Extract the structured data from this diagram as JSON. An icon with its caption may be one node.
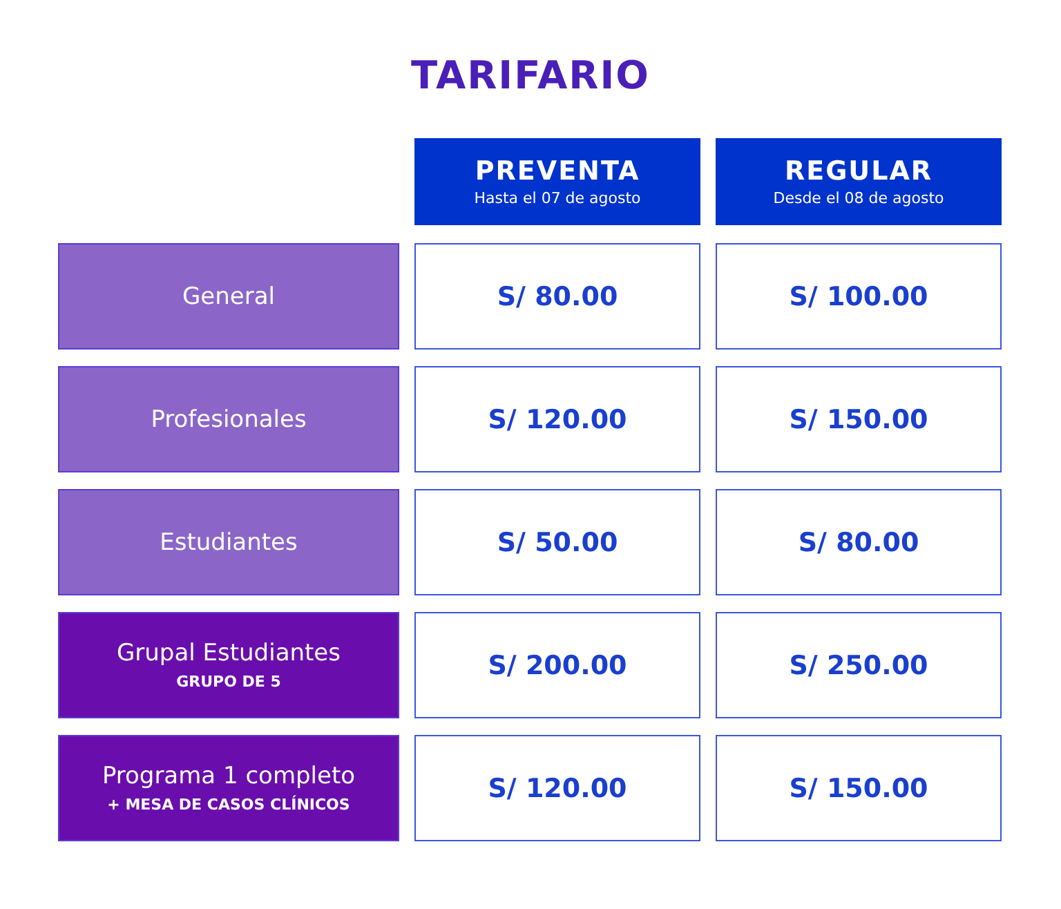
{
  "diagram": {
    "title": "TARIFARIO",
    "labels": [
      "PREVENTA",
      "Hasta el 07 de agosto",
      "REGULAR",
      "Desde el 08 de agosto",
      "General",
      "S/ 80.00",
      "S/ 100.00",
      "Profesionales",
      "S/ 120.00",
      "S/ 150.00",
      "Estudiantes",
      "S/ 50.00",
      "S/ 80.00",
      "Grupal Estudiantes",
      "GRUPO DE 5",
      "S/ 200.00",
      "S/ 250.00",
      "Programa 1 completo",
      "+ MESA DE CASOS CLÍNICOS",
      "S/ 120.00",
      "S/ 150.00"
    ]
  }
}
